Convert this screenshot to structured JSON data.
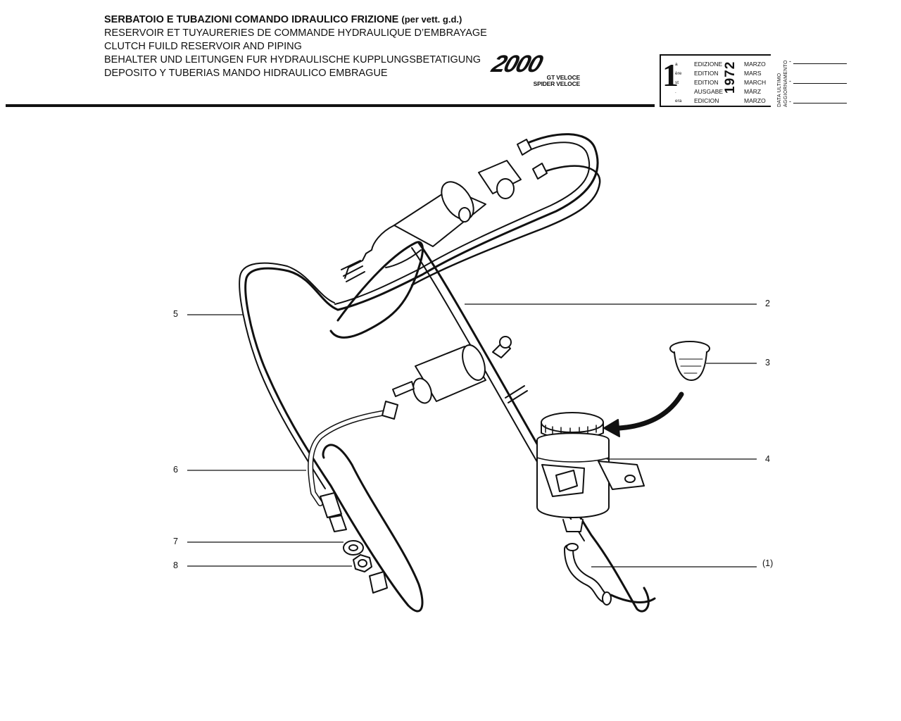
{
  "header": {
    "title_it": "SERBATOIO E TUBAZIONI COMANDO IDRAULICO FRIZIONE",
    "title_it_note": "(per vett. g.d.)",
    "title_fr": "RESERVOIR ET TUYAURERIES DE COMMANDE HYDRAULIQUE D’EMBRAYAGE",
    "title_en": "CLUTCH FUILD RESERVOIR AND PIPING",
    "title_de": "BEHALTER UND LEITUNGEN FUR HYDRAULISCHE KUPPLUNGSBETATIGUNG",
    "title_es": "DEPOSITO Y TUBERIAS MANDO HIDRAULICO EMBRAGUE"
  },
  "logo": {
    "brand": "2000",
    "model_1": "GT VELOCE",
    "model_2": "SPIDER VELOCE"
  },
  "edition": {
    "number": "1",
    "suffixes": [
      "a",
      "ère",
      "st",
      ".",
      "era"
    ],
    "labels": [
      "EDIZIONE",
      "EDITION",
      "EDITION",
      "AUSGABE",
      "EDICION"
    ],
    "year": "1972",
    "months": [
      "MARZO",
      "MARS",
      "MARCH",
      "MÄRZ",
      "MARZO"
    ]
  },
  "update_label": {
    "line1": "DATA ULTIMO",
    "line2": "AGGIORNAMENTO"
  },
  "callouts": [
    "5",
    "6",
    "7",
    "8",
    "2",
    "3",
    "4",
    "(1)"
  ],
  "colors": {
    "ink": "#111111",
    "paper": "#ffffff"
  }
}
